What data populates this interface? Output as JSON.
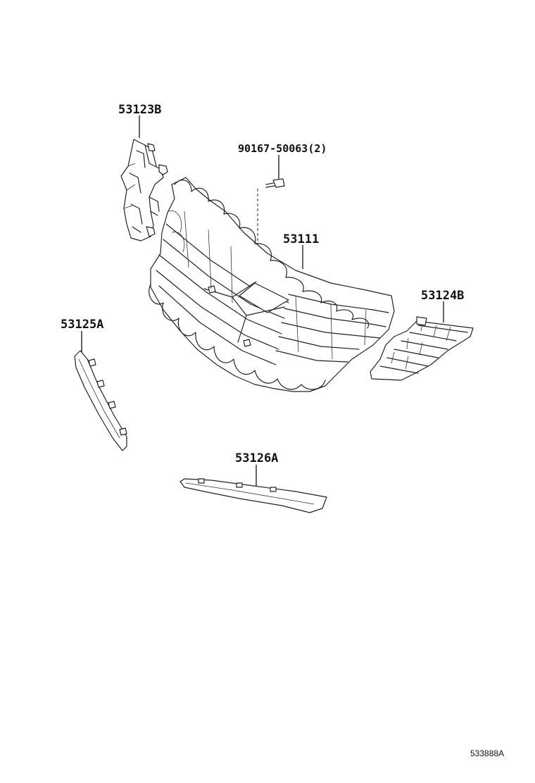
{
  "diagram": {
    "labels": {
      "bracket_upper": "53123B",
      "bolt": "90167-50063(2)",
      "grille_main": "53111",
      "panel_right": "53124B",
      "molding_left": "53125A",
      "molding_lower": "53126A"
    },
    "ref_code": "533888A"
  }
}
